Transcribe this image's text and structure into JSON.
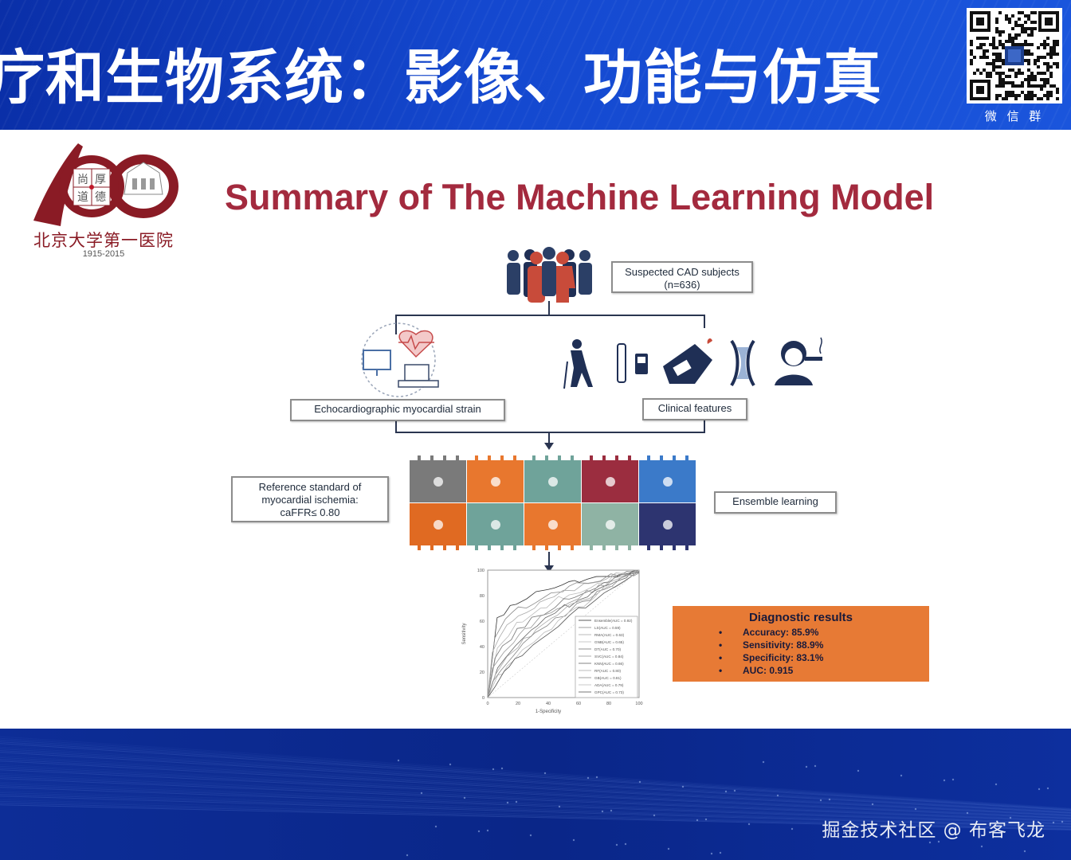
{
  "banner": {
    "title": "疗和生物系统：影像、功能与仿真",
    "qr_caption": "微 信 群"
  },
  "logo": {
    "institution": "北京大学第一医院",
    "years": "1915-2015",
    "seal_chars": [
      "尚",
      "厚",
      "道",
      "德"
    ]
  },
  "slide": {
    "title": "Summary of The Machine Learning Model"
  },
  "flowchart": {
    "subjects_line1": "Suspected CAD subjects",
    "subjects_line2": "(n=636)",
    "echo_label": "Echocardiographic myocardial strain",
    "clinical_label": "Clinical features",
    "ensemble_label": "Ensemble learning",
    "reference_line1": "Reference standard of",
    "reference_line2": "myocardial ischemia:",
    "reference_line3": "caFFR≤ 0.80",
    "puzzle_colors": [
      "#7a7a7a",
      "#e8772e",
      "#6fa39a",
      "#9b2d3f",
      "#3b7ac9",
      "#e06a22",
      "#6fa39a",
      "#e8772e",
      "#8fb3a4",
      "#2d3470"
    ]
  },
  "roc": {
    "x_label": "1-Specificity",
    "y_label": "Sensitivity",
    "x_ticks": [
      "0",
      "20",
      "40",
      "60",
      "80",
      "100"
    ],
    "y_ticks": [
      "0",
      "20",
      "40",
      "60",
      "80",
      "100"
    ],
    "legend": [
      "Ensemble(AUC = 0.92)",
      "LS(AUC = 0.59)",
      "RMA(AUC = 0.63)",
      "GNB(AUC = 0.65)",
      "DT(AUC = 0.70)",
      "SVC(AUC = 0.84)",
      "KNN(AUC = 0.66)",
      "RF(AUC = 0.80)",
      "GB(AUC = 0.81)",
      "ADA(AUC = 0.79)",
      "GPC(AUC = 0.73)"
    ]
  },
  "diagnostic": {
    "title": "Diagnostic results",
    "items": [
      "Accuracy: 85.9%",
      "Sensitivity: 88.9%",
      "Specificity: 83.1%",
      "AUC: 0.915"
    ]
  },
  "footer": {
    "watermark": "掘金技术社区 @ 布客飞龙"
  },
  "colors": {
    "banner_blue": "#1448cf",
    "title_red": "#a32a3e",
    "orange": "#e77a35"
  }
}
